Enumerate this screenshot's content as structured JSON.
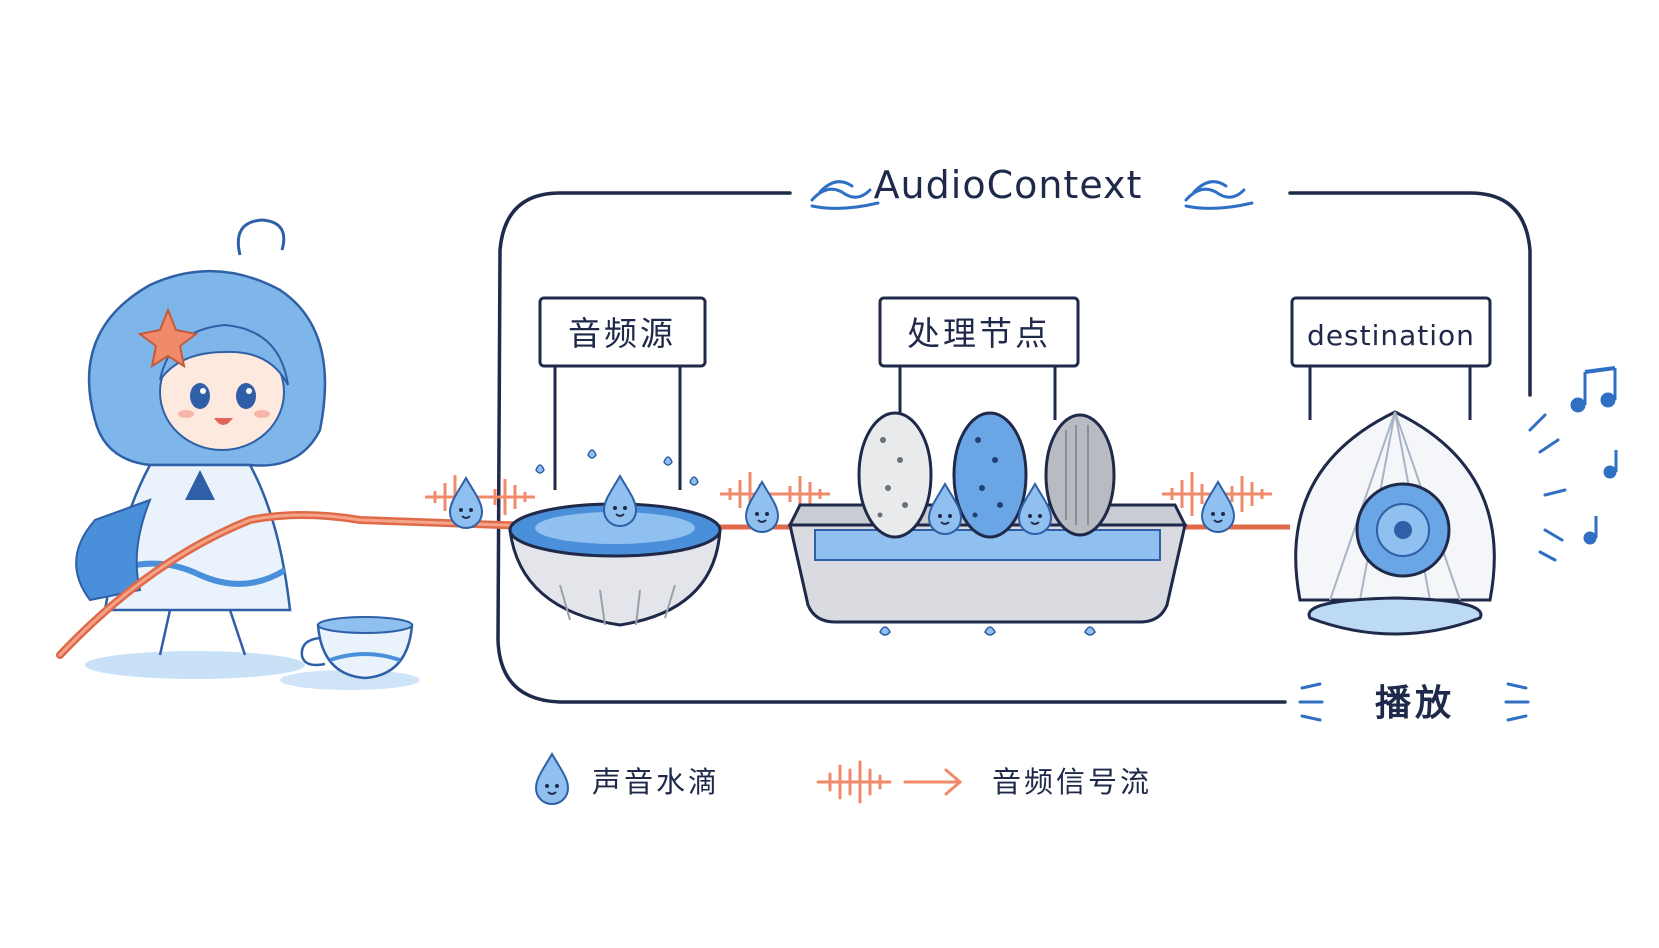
{
  "context_label": "AudioContext",
  "nodes": {
    "source": {
      "label": "音频源"
    },
    "processing": {
      "label": "处理节点"
    },
    "destination": {
      "label": "destination"
    }
  },
  "output_label": "播放",
  "legend": {
    "droplet_label": "声音水滴",
    "signal_label": "音频信号流"
  },
  "colors": {
    "ink": "#1f2a4a",
    "water_blue": "#4a8fd9",
    "light_blue": "#bcd9f5",
    "signal_orange": "#f08a6a",
    "stone_gray": "#c9ccd2"
  }
}
